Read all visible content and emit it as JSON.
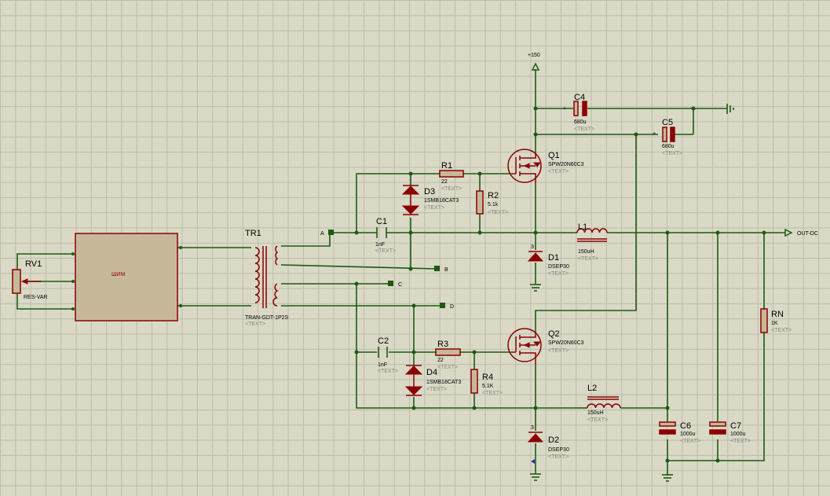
{
  "components": {
    "rv1": {
      "ref": "RV1",
      "value": "RES-VAR"
    },
    "pwm": {
      "label": "ШИМ"
    },
    "tr1": {
      "ref": "TR1",
      "value": "TRAN-GDT-1P2S",
      "text": "<TEXT>"
    },
    "c1": {
      "ref": "C1",
      "value": "1nF",
      "text": "<TEXT>"
    },
    "c2": {
      "ref": "C2",
      "value": "1nF",
      "text": "<TEXT>"
    },
    "r1": {
      "ref": "R1",
      "value": "22",
      "text": "<TEXT>"
    },
    "r2": {
      "ref": "R2",
      "value": "5.1k",
      "text": "<TEXT>"
    },
    "r3": {
      "ref": "R3",
      "value": "22",
      "text": "<TEXT>"
    },
    "r4": {
      "ref": "R4",
      "value": "5.1K",
      "text": "<TEXT>"
    },
    "d3": {
      "ref": "D3",
      "value": "1SMB18CAT3",
      "text": "<TEXT>"
    },
    "d4": {
      "ref": "D4",
      "value": "1SMB18CAT3",
      "text": "<TEXT>"
    },
    "q1": {
      "ref": "Q1",
      "value": "SPW20N60C3",
      "text": "<TEXT>"
    },
    "q2": {
      "ref": "Q2",
      "value": "SPW20N60C3",
      "text": "<TEXT>"
    },
    "d1": {
      "ref": "D1",
      "value": "DSEP30",
      "text": "<TEXT>"
    },
    "d2": {
      "ref": "D2",
      "value": "DSEP30",
      "text": "<TEXT>"
    },
    "l1": {
      "ref": "L1",
      "value": "150uH",
      "text": "<TEXT>"
    },
    "l2": {
      "ref": "L2",
      "value": "150uH",
      "text": "<TEXT>"
    },
    "c4": {
      "ref": "C4",
      "value": "680u",
      "text": "<TEXT>"
    },
    "c5": {
      "ref": "C5",
      "value": "680u",
      "text": "<TEXT>"
    },
    "c6": {
      "ref": "C6",
      "value": "1000u",
      "text": "<TEXT>"
    },
    "c7": {
      "ref": "C7",
      "value": "1000u",
      "text": "<TEXT>"
    },
    "rn": {
      "ref": "RN",
      "value": "1K",
      "text": "<TEXT>"
    }
  },
  "terminals": {
    "a": "A",
    "b": "B",
    "c": "C",
    "d": "D",
    "supply": "+150",
    "out": "OUT-DC",
    "pin3_q1": "3",
    "pin3_q2": "3"
  },
  "colors": {
    "wire": "#1e5a10",
    "component": "#8b0000",
    "component_fill": "#c8b89a",
    "grid": "#bcbcb0",
    "background": "#d9d9c6",
    "placeholder_text": "#8a8a80"
  }
}
